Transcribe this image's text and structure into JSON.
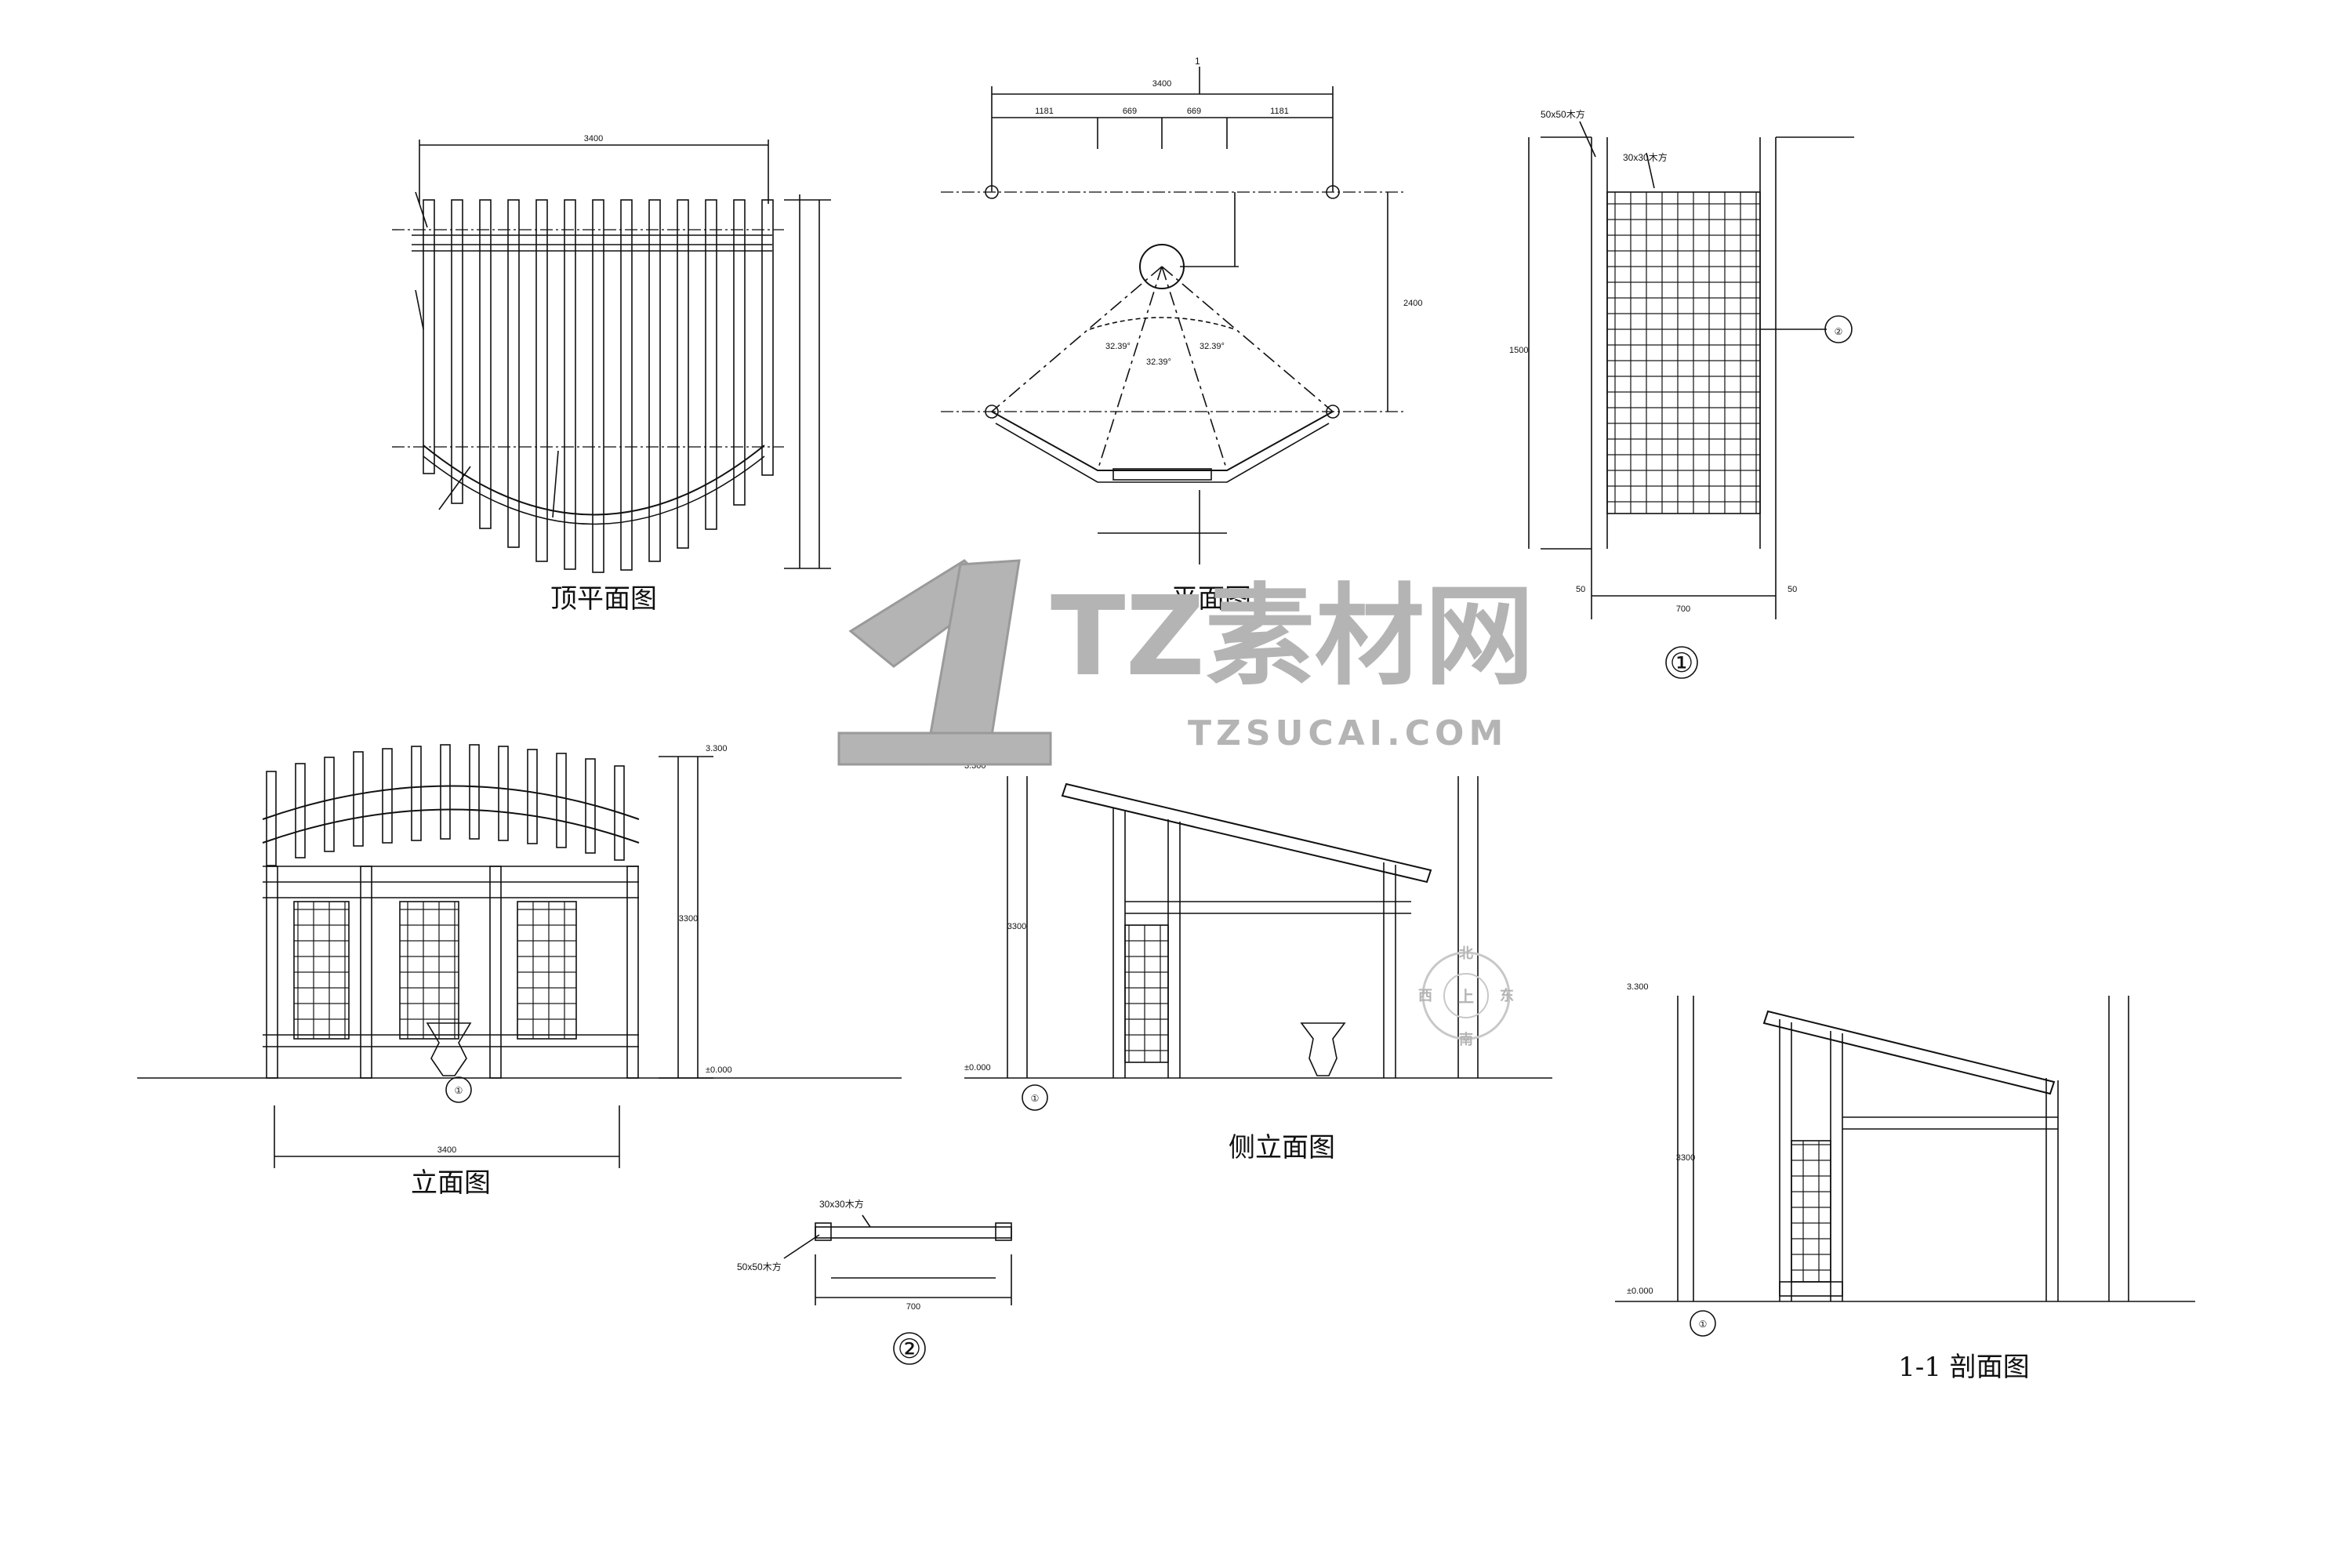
{
  "titles": {
    "roof_plan": "顶平面图",
    "plan": "平面图",
    "detail1_num": "①",
    "elevation": "立面图",
    "side_elevation": "侧立面图",
    "section": "1-1 剖面图",
    "detail2_num": "②"
  },
  "labels": {
    "beam_50": "50x50木方",
    "batten_30": "30x30木方",
    "batten_30b": "30x30木方",
    "beam_50b": "50x50木方",
    "section_mark": "1",
    "ref2": "②",
    "ref1": "①",
    "ref1b": "①",
    "ref1c": "①",
    "ref1d": "①"
  },
  "dims": {
    "roof_width": "3400",
    "plan_width": "3400",
    "plan_seg_a": "1181",
    "plan_seg_b": "669",
    "plan_seg_c": "669",
    "plan_seg_d": "1181",
    "plan_depth": "2400",
    "angle_a": "32.39°",
    "angle_b": "32.39°",
    "angle_c": "32.39°",
    "d1_height": "1500",
    "d1_w": "700",
    "d1_side_l": "50",
    "d1_side_r": "50",
    "elev_width": "3400",
    "elev_height": "3300",
    "side_height": "3300",
    "sec_height": "3300",
    "d2_w": "700",
    "lvl_top": "3.300",
    "lvl_base": "±0.000"
  },
  "watermark": {
    "brand": "TZ素材网",
    "url": "TZSUCAI.COM"
  },
  "compass": {
    "n": "北",
    "s": "南",
    "e": "东",
    "w": "西",
    "center": "上"
  },
  "colors": {
    "line": "#111111",
    "center_line": "#333333",
    "watermark": "#b4b4b4"
  }
}
